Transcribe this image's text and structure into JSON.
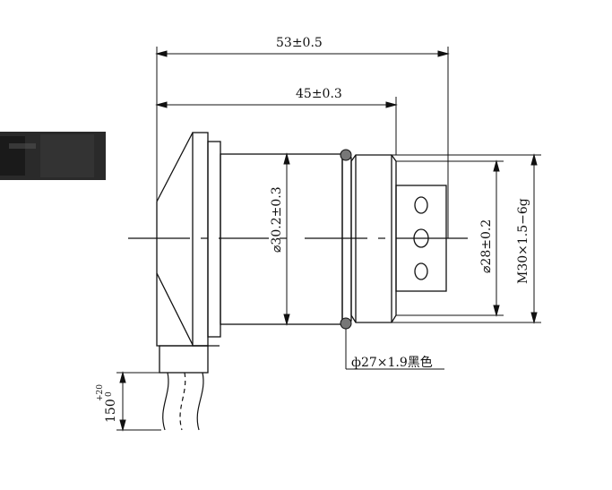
{
  "dimensions": {
    "overall_length": "53±0.5",
    "body_length": "45±0.3",
    "body_diameter": "⌀30.2±0.3",
    "front_diameter": "⌀28±0.2",
    "thread": "M30×1.5−6g",
    "oring": "ф27×1.9黑色",
    "cable_length": "150",
    "cable_tol_upper": "+20",
    "cable_tol_lower": "0"
  },
  "colors": {
    "line": "#111111",
    "cable_photo": "#2a2a2a"
  }
}
